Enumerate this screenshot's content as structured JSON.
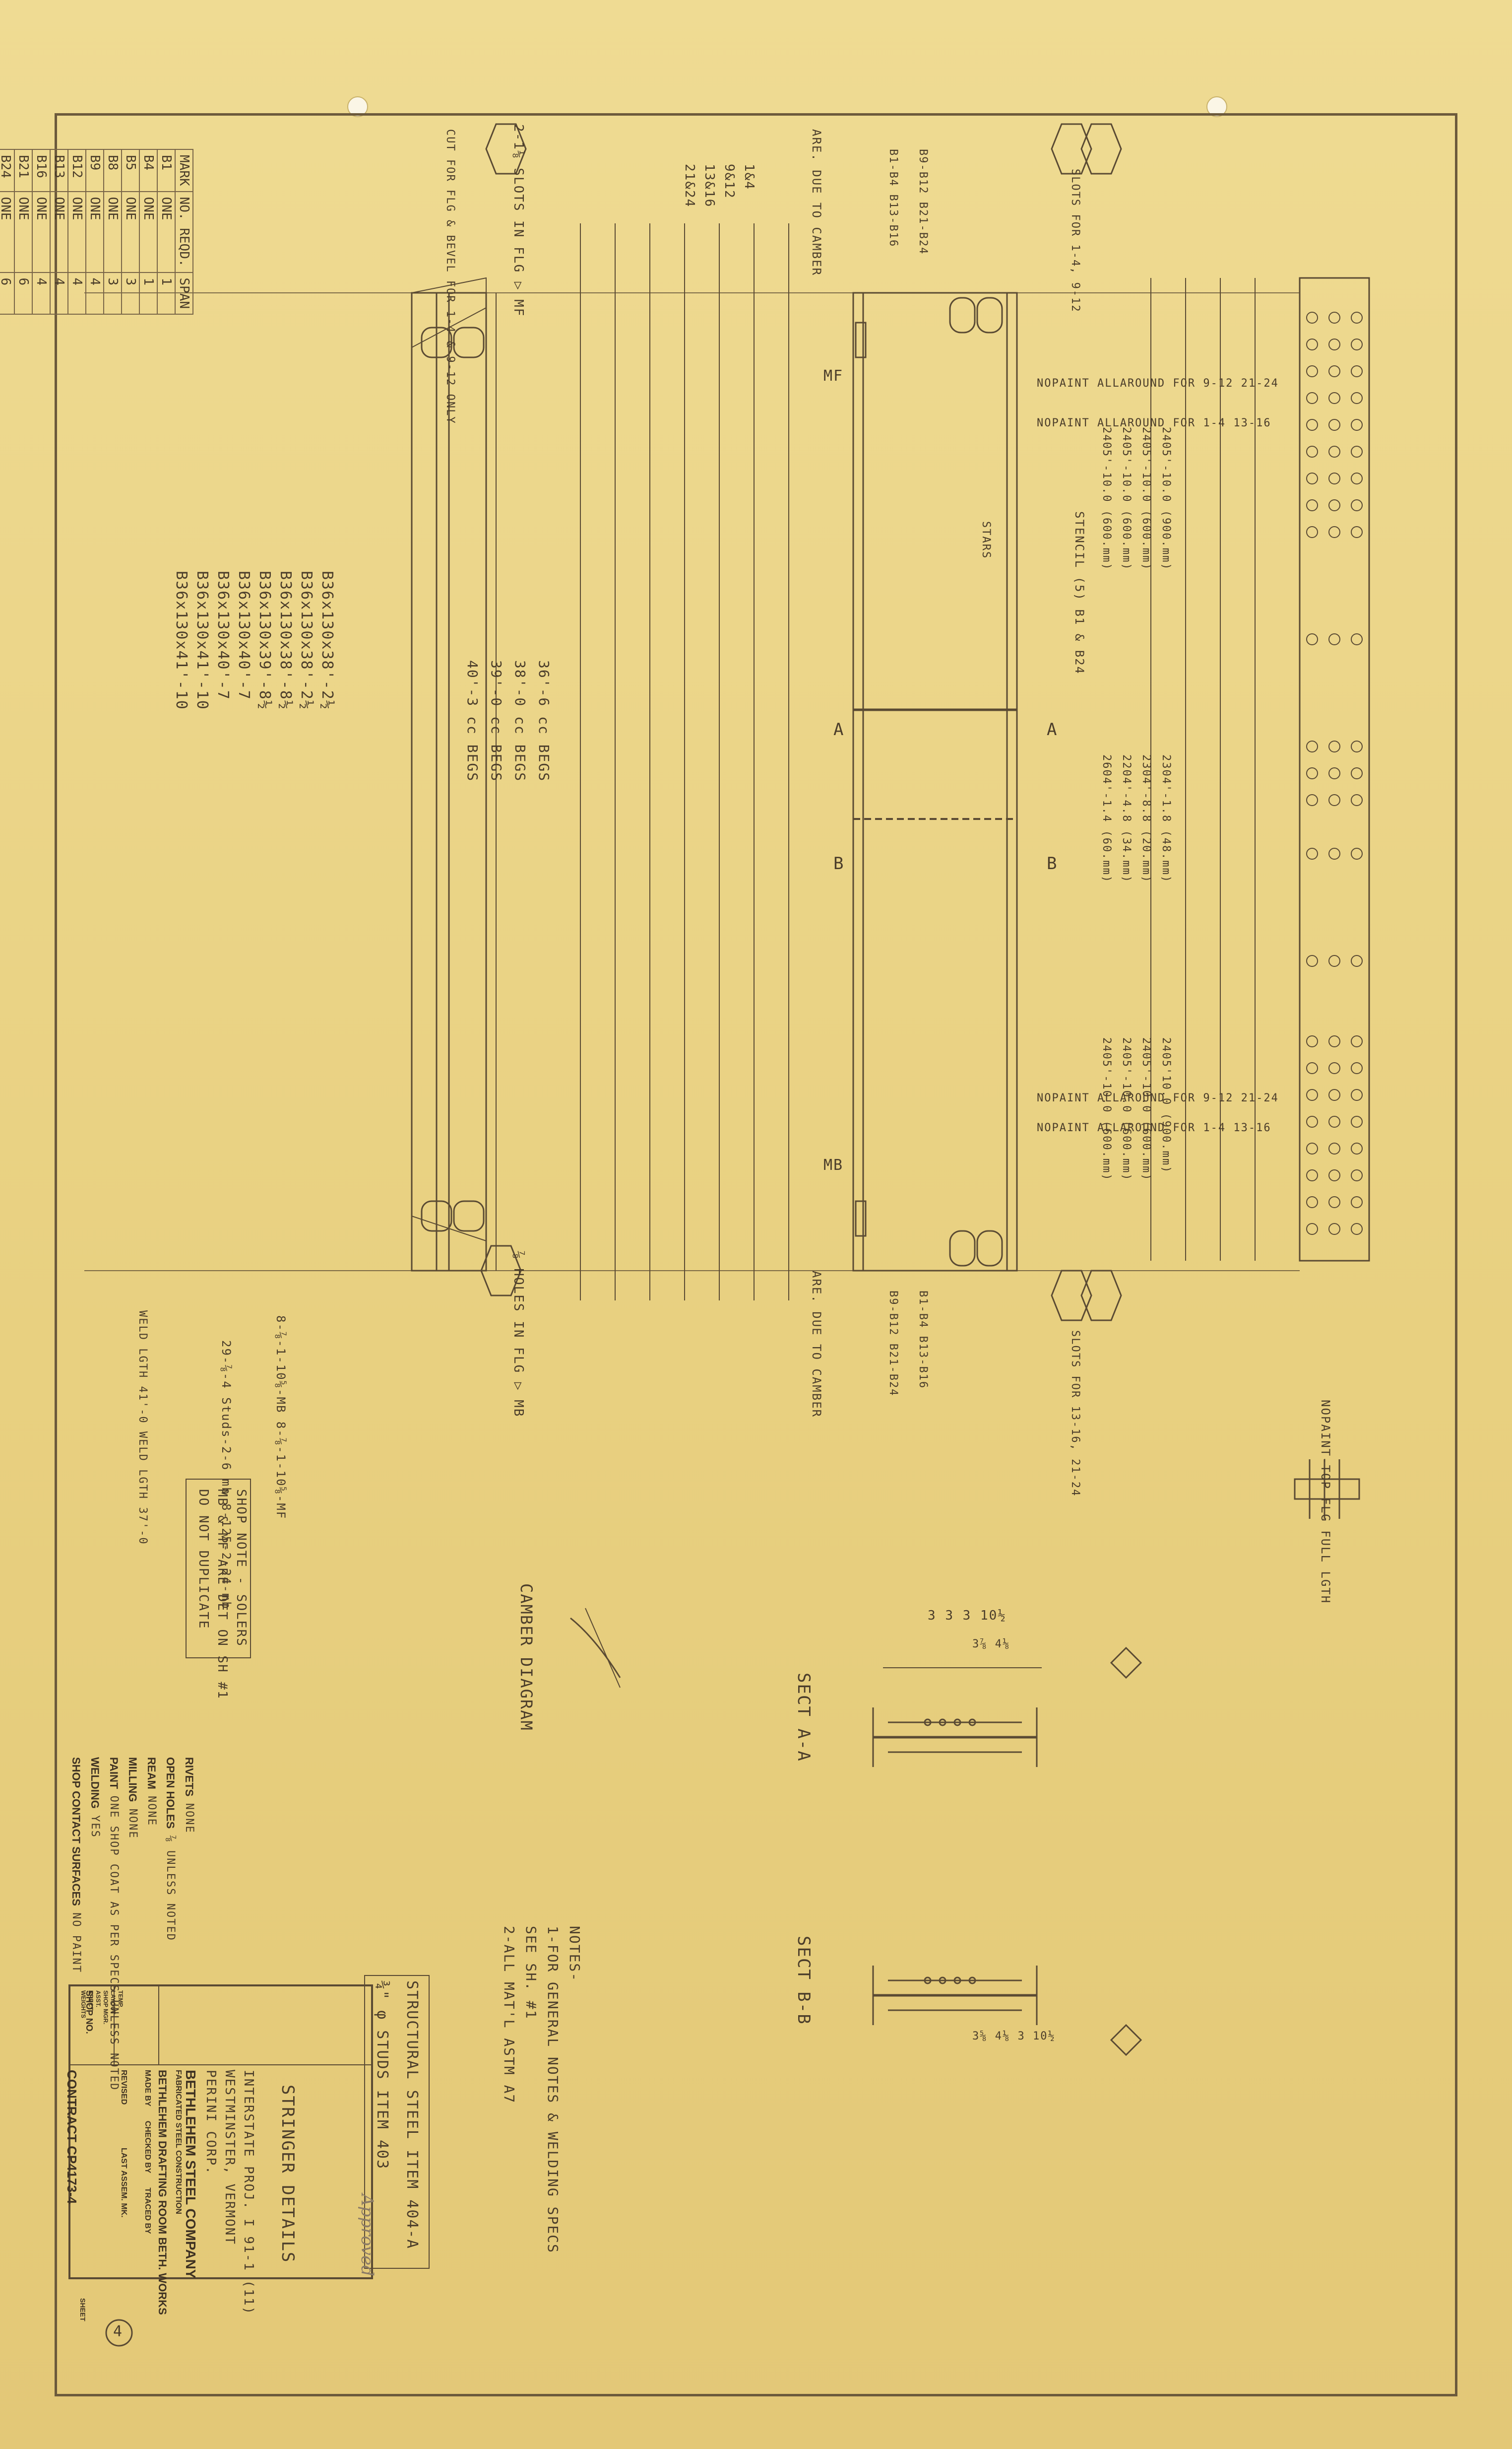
{
  "mark_table": {
    "headers": [
      "MARK",
      "NO. REQD.",
      "SPAN"
    ],
    "rows": [
      [
        "B1",
        "ONE",
        "1"
      ],
      [
        "B4",
        "ONE",
        "1"
      ],
      [
        "B5",
        "ONE",
        "3"
      ],
      [
        "B8",
        "ONE",
        "3"
      ],
      [
        "B9",
        "ONE",
        "4"
      ],
      [
        "B12",
        "ONE",
        "4"
      ],
      [
        "B13",
        "ONE",
        "4"
      ],
      [
        "B16",
        "ONE",
        "4"
      ],
      [
        "B21",
        "ONE",
        "6"
      ],
      [
        "B24",
        "ONE",
        "6"
      ]
    ],
    "sizes": [
      "B36x130x38'-2½",
      "B36x130x38'-2½",
      "B36x130x38'-8½",
      "B36x130x39'-8½",
      "B36x130x40'-7",
      "B36x130x40'-7",
      "B36x130x41'-10",
      "B36x130x41'-10"
    ]
  },
  "detail_labels": {
    "left_flange": "2-1⅛ SLOTS IN FLG ▷ MF",
    "left_flange_2": "⅞ HOLES IN FLG ▷ MB",
    "left_cut": "CUT FOR FLG & BEVEL FOR 1-4 & 9-12 ONLY",
    "marks": [
      "1&4",
      "9&12",
      "13&16",
      "21&24"
    ],
    "camber_note": "ARE. DUE TO CAMBER",
    "mf": "MF",
    "mb": "MB",
    "no_paint_1": "NOPAINT ALLAROUND FOR 9-12 21-24",
    "no_paint_2": "NOPAINT ALLAROUND FOR 1-4 13-16",
    "stencil": "STENCIL (5) B1 & B24",
    "stars": "STARS",
    "cc_begs": [
      "36'-6 cc BEGS",
      "38'-0 cc BEGS",
      "39'-0 cc BEGS",
      "40'-3 cc BEGS"
    ],
    "section_a": "A",
    "section_b": "B",
    "top_flange_note": "NOPAINT-TOP FLG FULL LGTH",
    "dims_top": [
      "2405'-10.0 (900.mm)",
      "2405'-10.0 (600.mm)",
      "2405'-10.0 (600.mm)",
      "2405'-10.0 (600.mm)"
    ],
    "dims_mid": [
      "2304'-1.8 (48.mm)",
      "2304'-8.8 (20.mm)",
      "2204'-4.8 (34.mm)",
      "2604'-1.4 (60.mm)"
    ],
    "dims_bot": [
      "2405'10.0 (900.mm)",
      "2405'-10.0 (600.mm)",
      "2405'-10.0 (600.mm)",
      "2405'-10.0 (600.mm)"
    ],
    "slots": "SLOTS FOR 1-4, 9-12",
    "slots2": "SLOTS FOR 13-16, 21-24",
    "b_marks_top": [
      "B9-B12 B21-B24",
      "B1-B4 B13-B16"
    ],
    "b_marks_bot": [
      "B1-B4 B13-B16",
      "B9-B12 B21-B24"
    ],
    "weld": "8-⅞-1-10⅝-MB  8-⅞-1-10⅝-MF",
    "studs_note": "29-⅞-4 Studs-2-6 mb   8-125-2-24-mb",
    "weld_lgth": "WELD LGTH 41'-0  WELD LGTH 37'-0"
  },
  "shop_note": {
    "line1": "SHOP NOTE - SOLERS",
    "line2": "MB & MF ARE DET ON SH #1",
    "line3": "DO NOT DUPLICATE"
  },
  "camber": {
    "title": "CAMBER DIAGRAM"
  },
  "sections": {
    "a": "SECT A-A",
    "b": "SECT B-B",
    "dims_a": [
      "3",
      "3",
      "3",
      "10½",
      "3⅞",
      "4⅛"
    ],
    "dims_b": [
      "3⅝",
      "4⅛",
      "3",
      "10½"
    ]
  },
  "notes": {
    "title": "NOTES-",
    "line1": "1-FOR GENERAL NOTES & WELDING SPECS",
    "line1b": "SEE SH. #1",
    "line2": "2-ALL MAT'L ASTM A7"
  },
  "shop_specs": {
    "rivets_label": "RIVETS",
    "rivets": "NONE",
    "open_holes_label": "OPEN HOLES",
    "open_holes": "⅞ UNLESS NOTED",
    "ream_label": "REAM",
    "ream": "NONE",
    "milling_label": "MILLING",
    "milling": "NONE",
    "paint_label": "PAINT",
    "paint": "ONE SHOP COAT AS PER SPECS UNLESS NOTED",
    "welding_label": "WELDING",
    "welding": "YES",
    "contact_label": "SHOP CONTACT SURFACES",
    "contact": "NO PAINT"
  },
  "item_block": {
    "line1": "STRUCTURAL STEEL ITEM 404-A",
    "line2": "¾\" φ STUDS    ITEM 403"
  },
  "title_block": {
    "title": "STRINGER DETAILS",
    "project": "INTERSTATE PROJ. I 91-1 (11)",
    "location": "WESTMINSTER, VERMONT",
    "owner": "PERINI CORP.",
    "company": "BETHLEHEM STEEL COMPANY",
    "fab": "FABRICATED STEEL CONSTRUCTION",
    "room": "BETHLEHEM DRAFTING ROOM   BETH.   WORKS",
    "made_by": "MADE BY",
    "checked_by": "CHECKED BY",
    "traced_by": "TRACED BY",
    "revised": "REVISED",
    "last_assem": "LAST ASSEM. MK.",
    "shop_no": "SHOP NO.",
    "contract": "CONTRACT CP4173-4",
    "sheet_label": "SHEET",
    "sheet": "4",
    "side_labels": [
      "TEMP.",
      "LAYOUT",
      "SHOP MGR.",
      "ASST.",
      "ERECT.",
      "WEIGHTS"
    ]
  },
  "approved": "Approved"
}
